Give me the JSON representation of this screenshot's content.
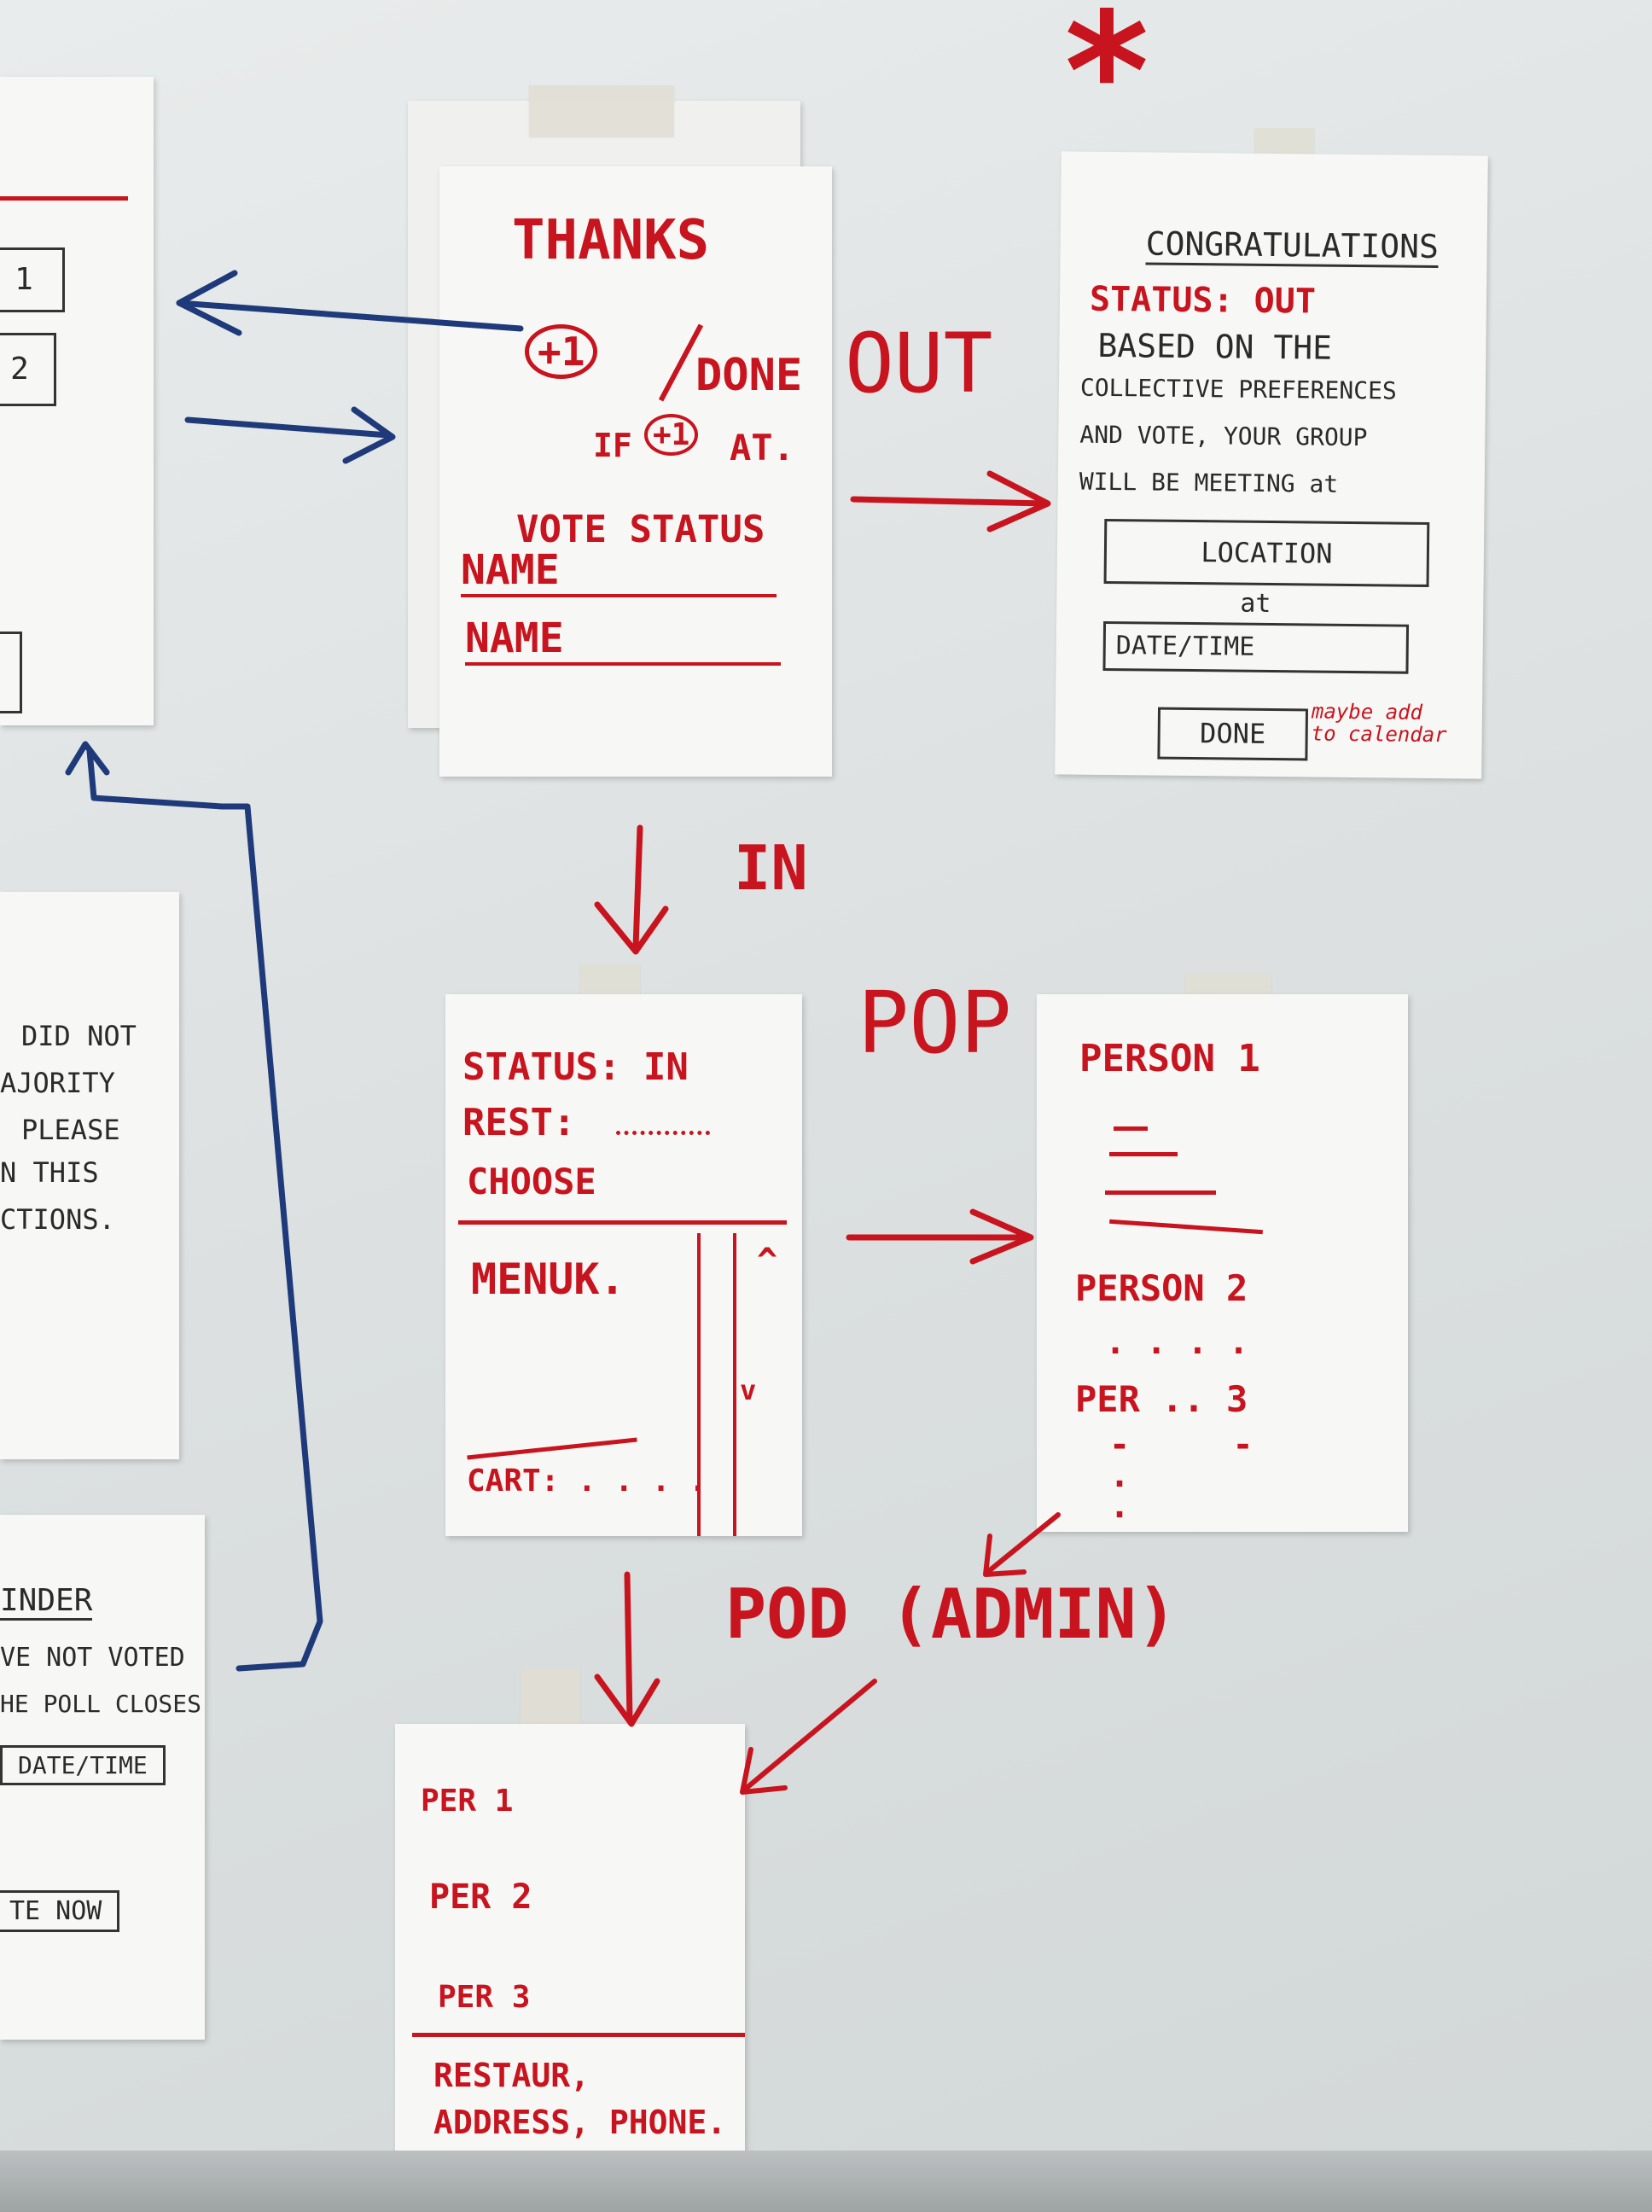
{
  "left_card_top": {
    "item1": "1",
    "item2": "2"
  },
  "left_card_mid": {
    "lines": [
      "DID NOT",
      "AJORITY",
      "PLEASE",
      "N THIS",
      "CTIONS."
    ]
  },
  "left_card_bottom": {
    "title": "INDER",
    "line1": "VE NOT VOTED",
    "line2": "HE POLL CLOSES",
    "date_box": "DATE/TIME",
    "button": "TE NOW"
  },
  "thanks_card": {
    "title": "THANKS",
    "plus_one": "+1",
    "done": "DONE",
    "if_text": "IF",
    "at_text": "AT.",
    "vote_status": "VOTE STATUS",
    "name1": "NAME",
    "name2": "NAME"
  },
  "congrats_card": {
    "title": "CONGRATULATIONS",
    "status": "STATUS: OUT",
    "line1": "BASED ON THE",
    "line2": "COLLECTIVE PREFERENCES",
    "line3": "AND VOTE, YOUR GROUP",
    "line4": "WILL BE MEETING at",
    "location": "LOCATION",
    "at": "at",
    "datetime": "DATE/TIME",
    "done": "DONE",
    "note": "maybe add to calendar"
  },
  "status_card": {
    "status": "STATUS: IN",
    "rest": "REST:",
    "choose": "CHOOSE",
    "menu": "MENUK.",
    "cart": "CART: . . . ."
  },
  "person_card": {
    "person1": "PERSON 1",
    "person2": "PERSON 2",
    "person3": "PER .. 3"
  },
  "per_card": {
    "per1": "PER 1",
    "per2": "PER 2",
    "per3": "PER 3",
    "restaurant": "RESTAUR,",
    "address": "ADDRESS, PHONE."
  },
  "labels": {
    "out": "OUT",
    "in": "IN",
    "pop": "POP",
    "pod_admin": "POD (ADMIN)",
    "asterisk": "*"
  },
  "colors": {
    "red_marker": "#c8141e",
    "blue_marker": "#1f3a7a",
    "paper": "#f7f7f5"
  }
}
